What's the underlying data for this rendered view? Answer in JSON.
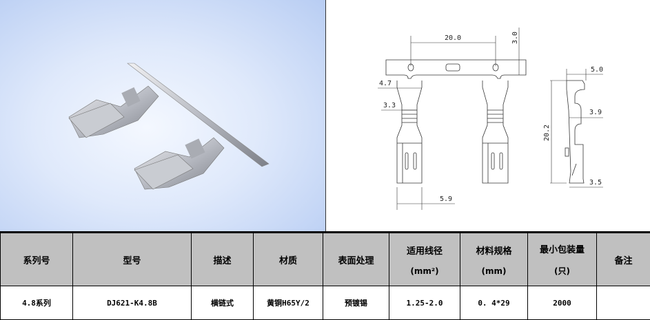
{
  "drawing": {
    "dimensions": {
      "pitch": "20.0",
      "strip_height": "3.0",
      "width_top": "4.7",
      "crimp_width": "3.3",
      "box_width": "5.9",
      "side_depth": "5.0",
      "side_mid": "3.9",
      "length": "20.2",
      "side_bottom": "3.5"
    }
  },
  "table": {
    "headers": [
      {
        "label": "系列号"
      },
      {
        "label": "型号"
      },
      {
        "label": "描述"
      },
      {
        "label": "材质"
      },
      {
        "label": "表面处理"
      },
      {
        "label": "适用线径",
        "sub": "(mm²)"
      },
      {
        "label": "材料规格",
        "sub": "(mm)"
      },
      {
        "label": "最小包装量",
        "sub": "(只)"
      },
      {
        "label": "备注"
      }
    ],
    "row": [
      "4.8系列",
      "DJ621-K4.8B",
      "横链式",
      "黄铜H65Y/2",
      "预镀锡",
      "1.25-2.0",
      "0. 4*29",
      "2000",
      ""
    ]
  }
}
